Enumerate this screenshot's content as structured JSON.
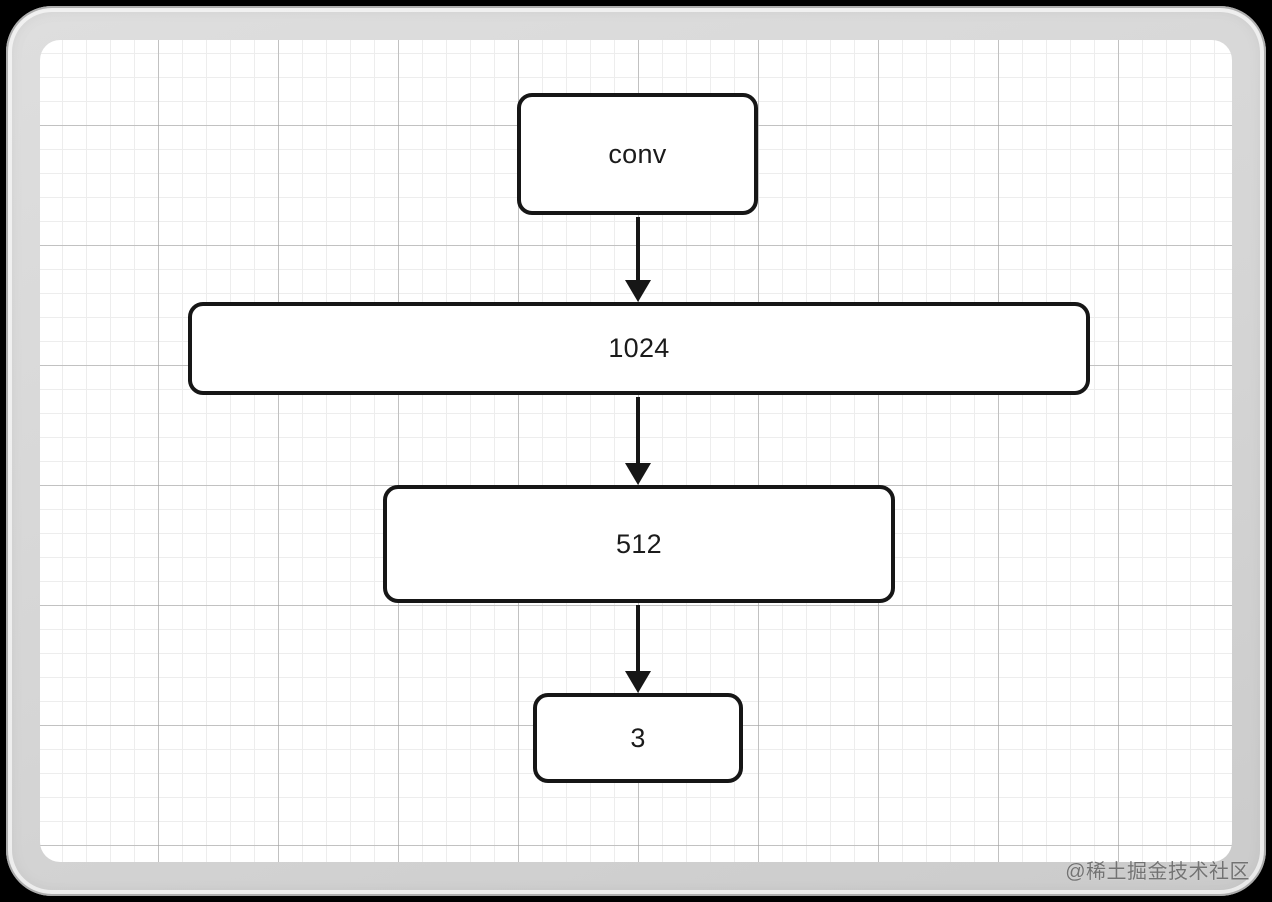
{
  "diagram": {
    "type": "flowchart",
    "direction": "top-down",
    "nodes": [
      {
        "id": "conv",
        "label": "conv"
      },
      {
        "id": "1024",
        "label": "1024"
      },
      {
        "id": "512",
        "label": "512"
      },
      {
        "id": "3",
        "label": "3"
      }
    ],
    "edges": [
      {
        "from": "conv",
        "to": "1024"
      },
      {
        "from": "1024",
        "to": "512"
      },
      {
        "from": "512",
        "to": "3"
      }
    ]
  },
  "watermark": "@稀土掘金技术社区",
  "colors": {
    "page_background": "#000000",
    "frame": "#d5d5d5",
    "canvas": "#ffffff",
    "grid_minor": "#ededed",
    "grid_major": "#969696",
    "node_border": "#161616",
    "node_fill": "#ffffff",
    "node_text": "#1b1b1b",
    "arrow": "#161616",
    "watermark_text": "#5f5f5f"
  }
}
